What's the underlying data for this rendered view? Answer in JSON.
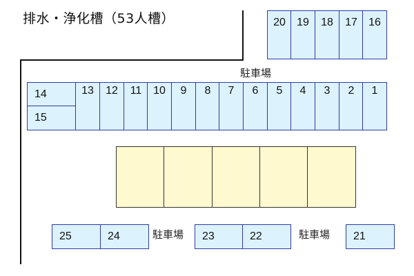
{
  "title": "排水・浄化槽（53人槽）",
  "colors": {
    "space_fill": "#dcf2fd",
    "space_border": "#2c3aa6",
    "building_fill": "#fef9cf",
    "building_border": "#333333",
    "boundary_line": "#111111"
  },
  "labels": {
    "parking_top": "駐車場",
    "parking_bottom_left": "駐車場",
    "parking_bottom_right": "駐車場"
  },
  "top_row": [
    "20",
    "19",
    "18",
    "17",
    "16"
  ],
  "main_row": {
    "stacked": [
      "14",
      "15"
    ],
    "spaces": [
      "13",
      "12",
      "11",
      "10",
      "9",
      "8",
      "7",
      "6",
      "5",
      "4",
      "3",
      "2",
      "1"
    ]
  },
  "building_units": 5,
  "bottom_row": {
    "group_left": [
      "25",
      "24"
    ],
    "group_middle": [
      "23",
      "22"
    ],
    "group_right": [
      "21"
    ]
  }
}
